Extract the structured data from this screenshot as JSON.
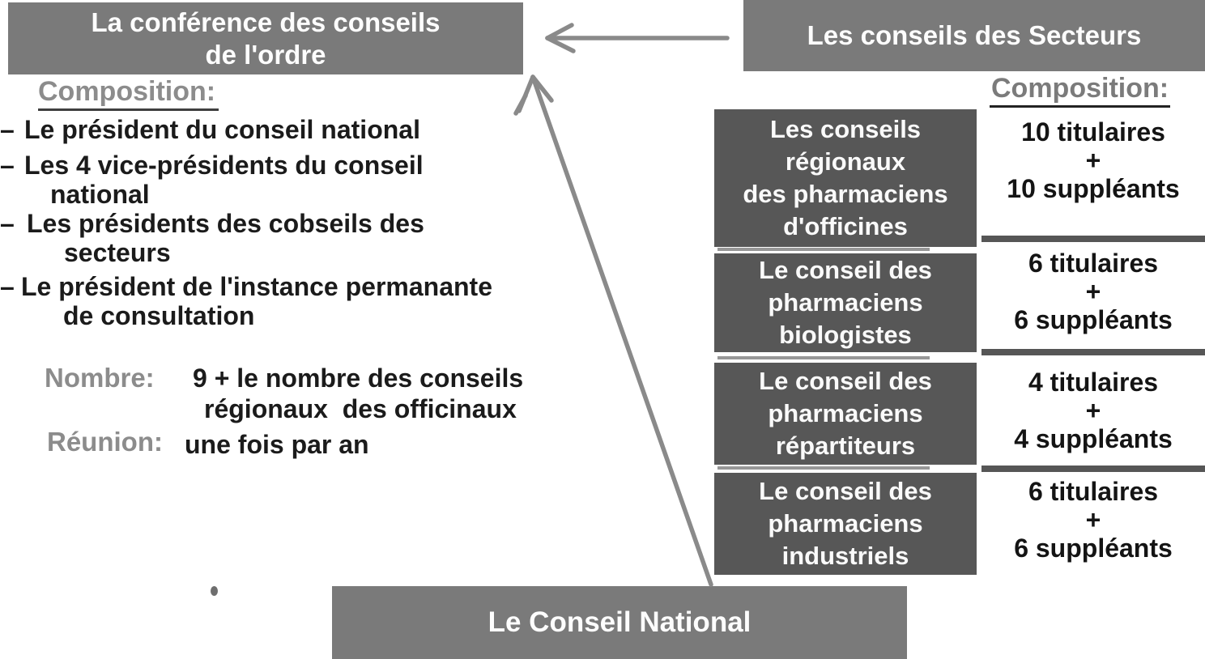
{
  "colors": {
    "header_box_bg": "#7a7a7a",
    "sector_box_bg": "#575757",
    "box_text": "#ffffff",
    "body_text": "#1b1b1b",
    "label_gray": "#8c8c8c",
    "arrow_gray": "#8a8a8a",
    "divider": "#565656"
  },
  "conference_box": {
    "line1": "La conférence des conseils",
    "line2": "de l'ordre"
  },
  "secteurs_box": {
    "label": "Les conseils des Secteurs"
  },
  "national_box": {
    "label": "Le Conseil National"
  },
  "left_panel": {
    "composition_label": "Composition:",
    "bullet": "–",
    "items": [
      {
        "lines": [
          "Le président du conseil national"
        ]
      },
      {
        "lines": [
          "Les 4 vice-présidents du conseil",
          "national"
        ]
      },
      {
        "lines": [
          "Les présidents des cobseils des",
          "secteurs"
        ]
      },
      {
        "lines": [
          "Le président de l'instance permanante",
          "de consultation"
        ]
      }
    ],
    "nombre_label": "Nombre:",
    "nombre_value_line1": "9 + le nombre des conseils",
    "nombre_value_line2": "régionaux  des officinaux",
    "reunion_label": "Réunion:",
    "reunion_value": "une fois par an"
  },
  "right_panel": {
    "composition_label": "Composition:",
    "sectors": [
      {
        "lines": [
          "Les conseils",
          "régionaux",
          "des pharmaciens",
          "d'officines"
        ],
        "composition": [
          "10 titulaires",
          "+",
          "10 suppléants"
        ]
      },
      {
        "lines": [
          "Le conseil des",
          "pharmaciens",
          "biologistes"
        ],
        "composition": [
          "6 titulaires",
          "+",
          "6 suppléants"
        ]
      },
      {
        "lines": [
          "Le conseil des",
          "pharmaciens",
          "répartiteurs"
        ],
        "composition": [
          "4 titulaires",
          "+",
          "4 suppléants"
        ]
      },
      {
        "lines": [
          "Le conseil des",
          "pharmaciens",
          "industriels"
        ],
        "composition": [
          "6 titulaires",
          "+",
          "6 suppléants"
        ]
      }
    ]
  }
}
